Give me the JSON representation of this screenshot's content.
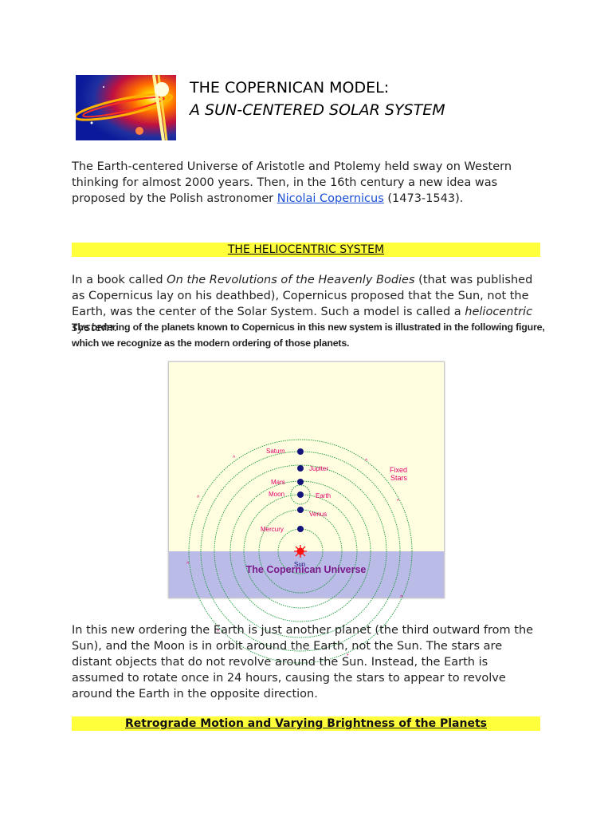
{
  "header": {
    "title_line1": "THE COPERNICAN MODEL:",
    "title_line2": "A SUN-CENTERED SOLAR SYSTEM"
  },
  "intro": {
    "text_before_link": "The Earth-centered Universe of Aristotle and Ptolemy held sway on Western thinking for almost 2000 years. Then, in the 16th century a new idea was proposed by the Polish astronomer ",
    "link_text": "Nicolai Copernicus",
    "text_after_link": " (1473-1543)."
  },
  "section1": {
    "heading": "THE HELIOCENTRIC SYSTEM",
    "para_part1": "In a book called ",
    "book_title": "On the Revolutions of the Heavenly Bodies",
    "para_part2": " (that was published as Copernicus lay on his deathbed), Copernicus proposed that the Sun, not the Earth, was the center of the Solar System. Such a model is called a ",
    "term": "heliocentric system",
    "para_part3": ".",
    "bold_para": "The ordering of the planets known to Copernicus in this new system is illustrated in the following figure, which we recognize as the modern ordering of those planets."
  },
  "figure": {
    "caption": "The Copernican Universe",
    "labels": {
      "saturn": "Saturn",
      "jupiter": "Jupiter",
      "mars": "Mars",
      "moon": "Moon",
      "earth": "Earth",
      "venus": "Venus",
      "mercury": "Mercury",
      "sun": "Sun",
      "fixed": "Fixed",
      "stars": "Stars"
    },
    "colors": {
      "panel_top": "#fffee0",
      "panel_bottom": "#bbbbe8",
      "orbit": "#1a9a3a",
      "planet": "#14147a",
      "label": "#e0006a",
      "sun": "#ff1010",
      "caption": "#7a1a8a"
    }
  },
  "para2": "In this new ordering the Earth is just another planet (the third outward from the Sun), and the Moon is in orbit around the Earth, not the Sun. The stars are distant objects that do not revolve around the Sun. Instead, the Earth is assumed to rotate once in 24 hours, causing the stars to appear to revolve around the Earth in the opposite direction.",
  "section2": {
    "heading": "Retrograde Motion and Varying Brightness of the Planets"
  }
}
